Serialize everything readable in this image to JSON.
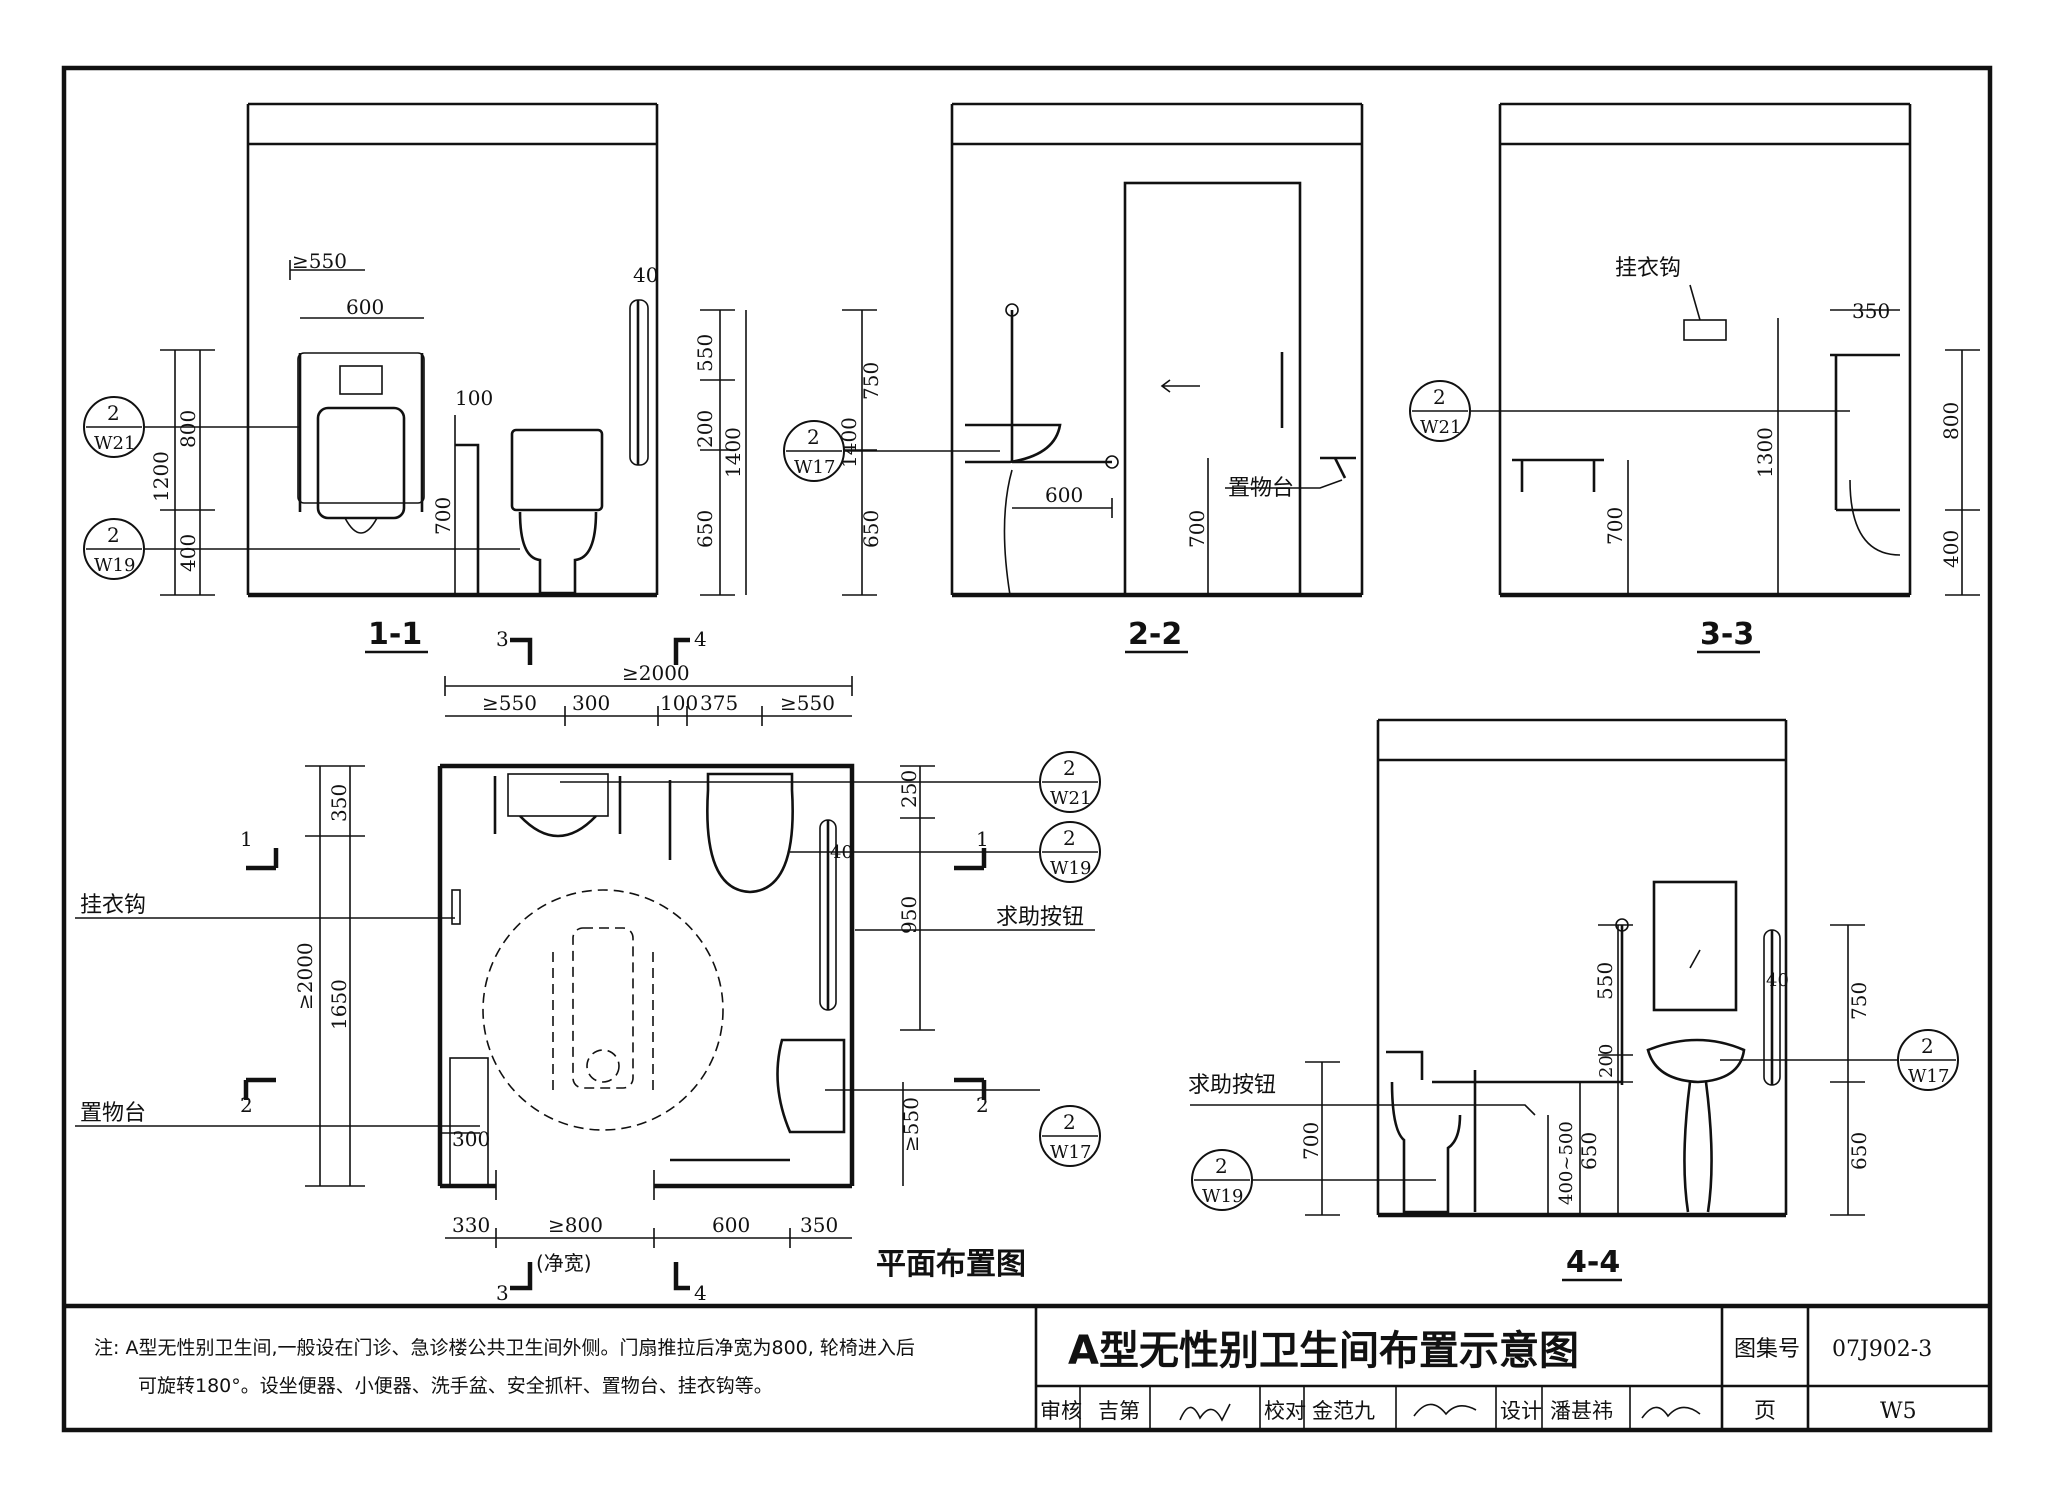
{
  "sheet": {
    "title": "A型无性别卫生间布置示意图",
    "atlas_label": "图集号",
    "atlas_no": "07J902-3",
    "page_label": "页",
    "page_no": "W5",
    "note_line1": "注: A型无性别卫生间,一般设在门诊、急诊楼公共卫生间外侧。门扇推拉后净宽为800, 轮椅进入后",
    "note_line2": "可旋转180°。设坐便器、小便器、洗手盆、安全抓杆、置物台、挂衣钩等。",
    "review_label": "审核",
    "reviewer": "吉第",
    "check_label": "校对",
    "checker": "金范九",
    "design_label": "设计",
    "designer": "潘甚祎"
  },
  "views": {
    "v11": "1-1",
    "v22": "2-2",
    "v33": "3-3",
    "v44": "4-4",
    "plan": "平面布置图"
  },
  "refs": {
    "n2": "2",
    "w21": "W21",
    "w19": "W19",
    "w17": "W17"
  },
  "labels": {
    "hook": "挂衣钩",
    "shelf": "置物台",
    "help_button": "求助按钮",
    "clear_width": "(净宽)"
  },
  "dims": {
    "ge550": "≥550",
    "d600": "600",
    "d40": "40",
    "d100": "100",
    "d1200": "1200",
    "d800": "800",
    "d400": "400",
    "d700": "700",
    "d550": "550",
    "d200": "200",
    "d1400": "1400",
    "d650": "650",
    "d750": "750",
    "d1300": "1300",
    "d350": "350",
    "ge2000": "≥2000",
    "d300": "300",
    "d375": "375",
    "d250": "250",
    "d950": "950",
    "d1650": "1650",
    "d330": "330",
    "ge800": "≥800",
    "d400_500": "400~500",
    "s1": "1",
    "s2": "2",
    "s3": "3",
    "s4": "4"
  }
}
